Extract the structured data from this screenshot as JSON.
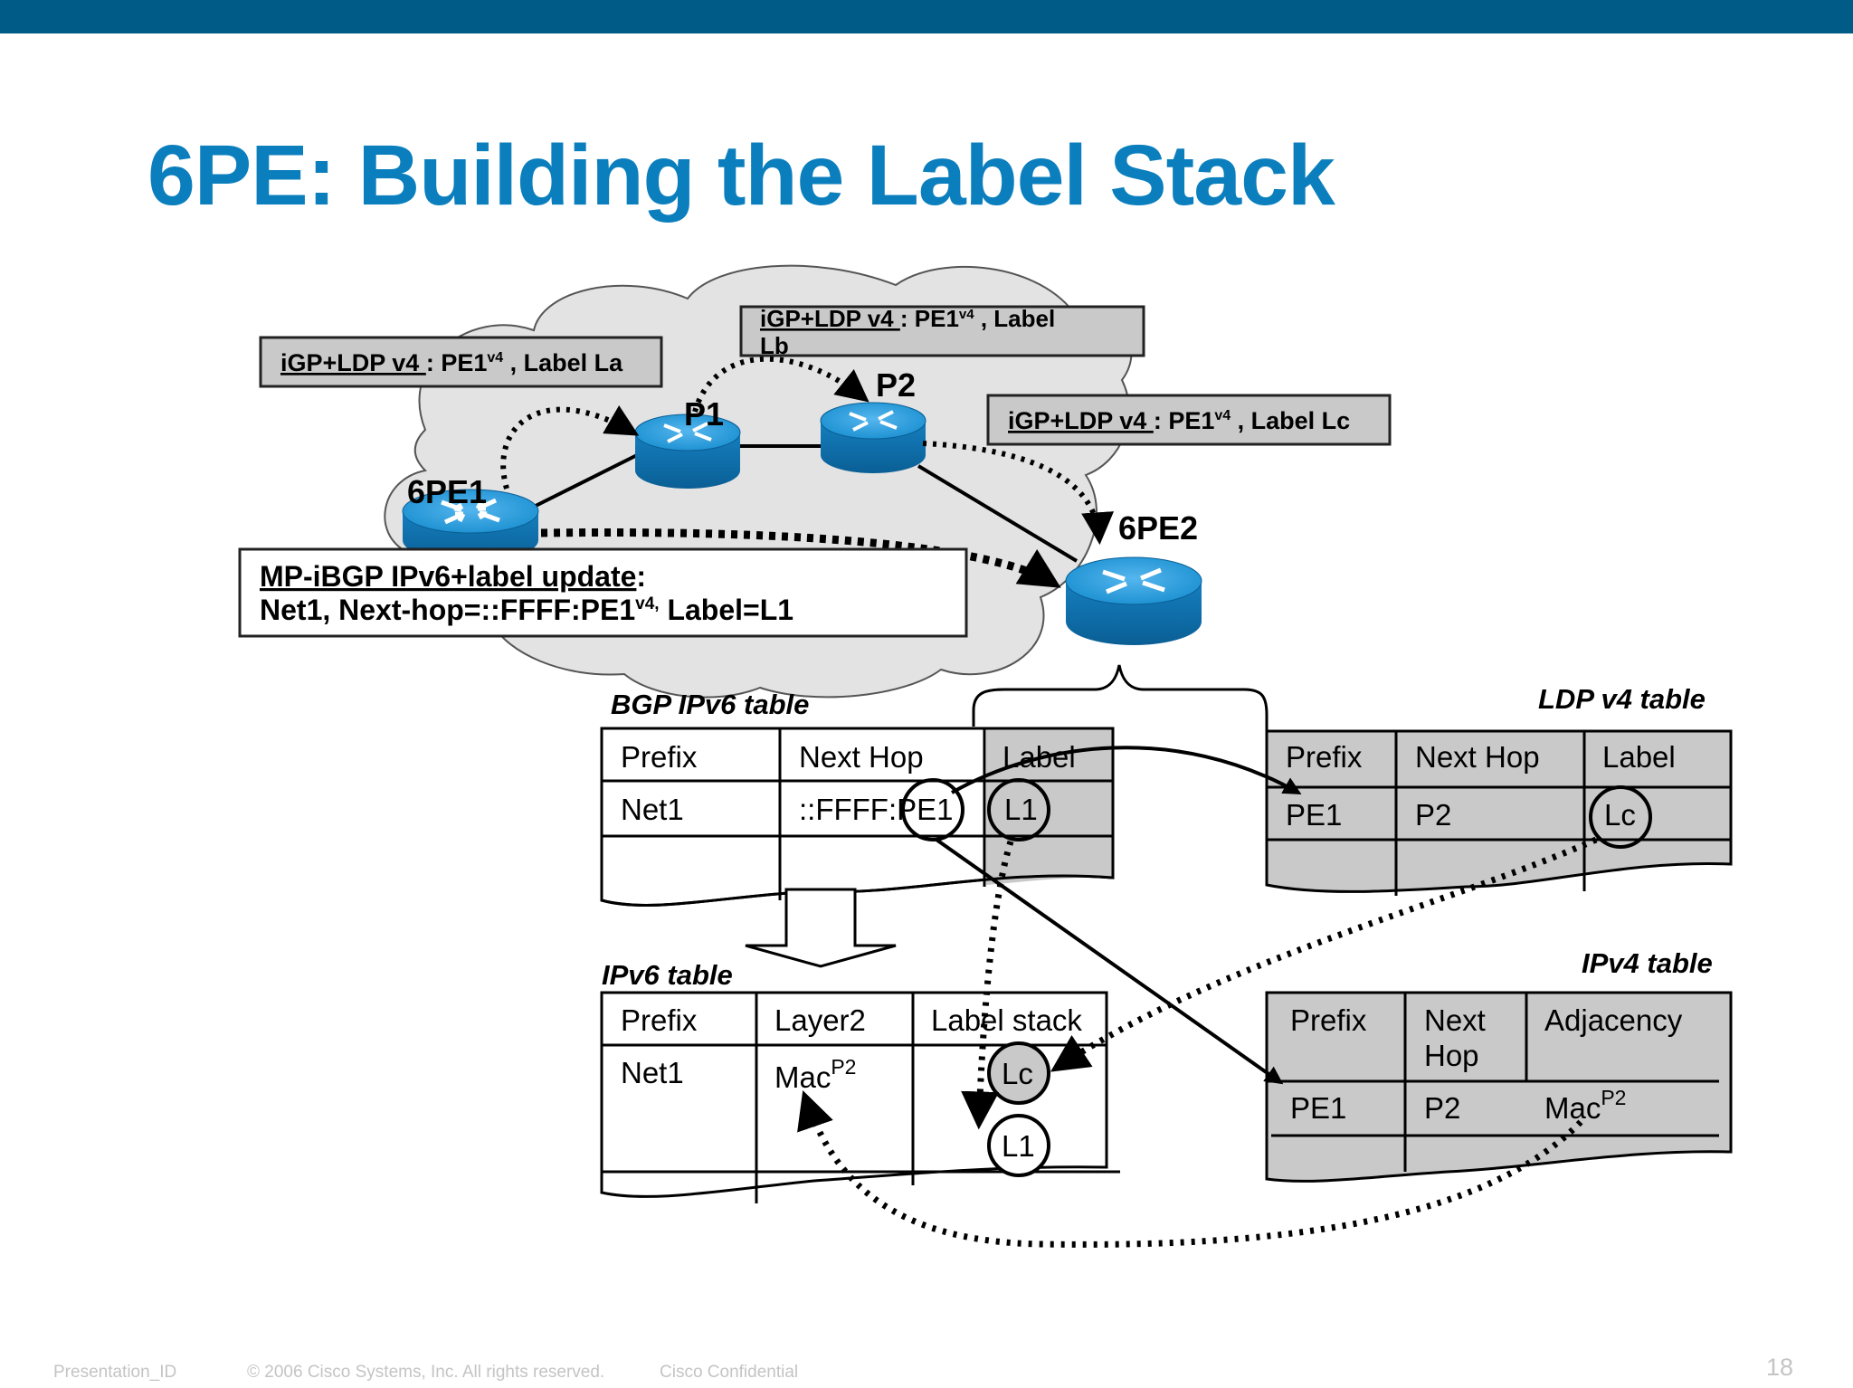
{
  "title": "6PE: Building the Label Stack",
  "routers": {
    "pe1": "6PE1",
    "p1": "P1",
    "p2": "P2",
    "pe2": "6PE2"
  },
  "callouts": {
    "la": {
      "prefix": "iGP+LDP v4 ",
      "mid": ": PE1",
      "sup": "v4",
      "suffix": " , Label La"
    },
    "lb": {
      "prefix": "iGP+LDP v4 ",
      "mid": ": PE1",
      "sup": "v4",
      "suffix": " , Label",
      "line2": "Lb"
    },
    "lc": {
      "prefix": "iGP+LDP v4 ",
      "mid": ": PE1",
      "sup": "v4",
      "suffix": " , Label Lc"
    },
    "bgp_update": {
      "line1": "MP-iBGP IPv6+label update",
      "line1_colon": ":",
      "line2a": "Net1, Next-hop=::FFFF:PE1",
      "line2_sup": "v4,",
      "line2b": " Label=L1"
    }
  },
  "tables": {
    "bgp_ipv6": {
      "caption": "BGP IPv6 table",
      "headers": [
        "Prefix",
        "Next  Hop",
        "Label"
      ],
      "row": [
        "Net1",
        "::FFFF:PE1",
        "L1"
      ]
    },
    "ldp_v4": {
      "caption": "LDP v4 table",
      "headers": [
        "Prefix",
        "Next  Hop",
        "Label"
      ],
      "row": [
        "PE1",
        "P2",
        "Lc"
      ]
    },
    "ipv6": {
      "caption": "IPv6 table",
      "headers": [
        "Prefix",
        "Layer2",
        "Label stack"
      ],
      "row": {
        "prefix": "Net1",
        "layer2": "Mac",
        "layer2_sup": "P2",
        "stack": [
          "Lc",
          "L1"
        ]
      }
    },
    "ipv4": {
      "caption": "IPv4 table",
      "headers": [
        "Prefix",
        "Next",
        "Hop",
        "Adjacency"
      ],
      "row": {
        "prefix": "PE1",
        "next_hop": "P2",
        "adjacency": "Mac",
        "adjacency_sup": "P2"
      }
    }
  },
  "footer": {
    "presentation_id": "Presentation_ID",
    "copyright": "© 2006 Cisco Systems, Inc. All rights reserved.",
    "confidential": "Cisco Confidential",
    "page": "18"
  },
  "colors": {
    "brand_bar": "#005b87",
    "title": "#0b7fbd",
    "router": "#1a8fd0",
    "cloud": "#e3e3e3",
    "table_gray": "#c9c9c9"
  }
}
